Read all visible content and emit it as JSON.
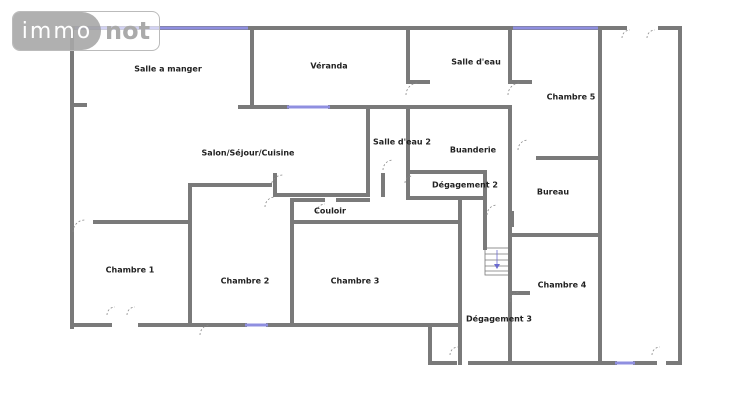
{
  "watermark": {
    "part1": "immo",
    "part2": "not"
  },
  "rooms": {
    "salle_a_manger": "Salle a manger",
    "veranda": "Véranda",
    "salle_deau": "Salle d'eau",
    "chambre5": "Chambre 5",
    "salon": "Salon/Séjour/Cuisine",
    "salle_deau2": "Salle d'eau 2",
    "buanderie": "Buanderie",
    "degagement2": "Dégagement 2",
    "bureau": "Bureau",
    "couloir": "Couloir",
    "chambre1": "Chambre 1",
    "chambre2": "Chambre 2",
    "chambre3": "Chambre 3",
    "chambre4": "Chambre 4",
    "degagement3": "Dégagement 3"
  },
  "colors": {
    "wall": "#7a7a7a",
    "window": "#8f8fe0",
    "door": "#888888"
  }
}
